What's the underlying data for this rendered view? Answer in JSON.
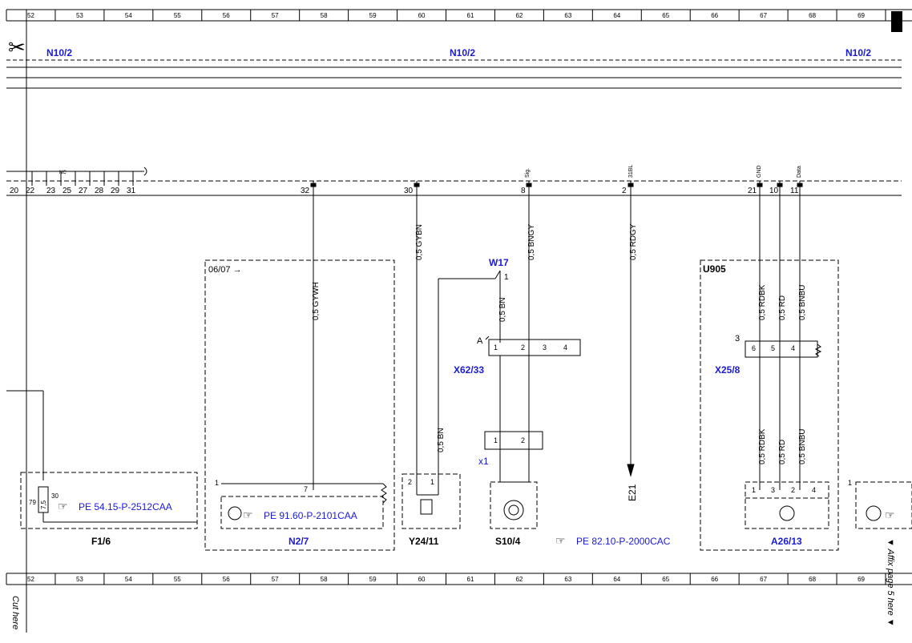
{
  "ruler": {
    "numbers": [
      "52",
      "53",
      "54",
      "55",
      "56",
      "57",
      "58",
      "59",
      "60",
      "61",
      "62",
      "63",
      "64",
      "65",
      "66",
      "67",
      "68",
      "69"
    ]
  },
  "refs": {
    "n10_2": "N10/2",
    "nc": "NC",
    "w17": "W17",
    "w17_pin": "1",
    "date_note": "06/07 →",
    "u905": "U905",
    "e21": "E21"
  },
  "bus_pins": [
    "20",
    "22",
    "23",
    "25",
    "27",
    "28",
    "29",
    "31"
  ],
  "bus_pins_right": [
    "32",
    "30",
    "8",
    "2",
    "21",
    "10",
    "11"
  ],
  "signal_labels": [
    "Sig.",
    "31BL",
    "GND",
    "Data"
  ],
  "wires": {
    "gywh": "0,5 GYWH",
    "gybn": "0,5 GYBN",
    "bngy": "0,5 BNGY",
    "rdgy": "0,5 RDGY",
    "rdbk": "0,5 RDBK",
    "rd": "0,5 RD",
    "bnbu": "0,5 BNBU",
    "bn": "0,5 BN"
  },
  "connectors": {
    "x62_33": "X62/33",
    "x62_letter": "A",
    "x62_pins": [
      "1",
      "2",
      "3",
      "4"
    ],
    "x1": "x1",
    "x1_pins": [
      "1",
      "2"
    ],
    "x25_8": "X25/8",
    "x25_num": "3",
    "x25_pins": [
      "6",
      "5",
      "4"
    ]
  },
  "components": {
    "f1_6": "F1/6",
    "f1_pin": "30",
    "f1_fuse": "79",
    "f1_rating": "7,5",
    "n2_7": "N2/7",
    "n2_pin1": "1",
    "n2_pin7": "7",
    "y24_11": "Y24/11",
    "y24_pins": [
      "2",
      "1"
    ],
    "s10_4": "S10/4",
    "a26_13": "A26/13",
    "a26_pins": [
      "1",
      "3",
      "2",
      "4"
    ],
    "right_pin": "1"
  },
  "pe_refs": {
    "pe1": "PE 54.15-P-2512CAA",
    "pe2": "PE 91.60-P-2101CAA",
    "pe3": "PE 82.10-P-2000CAC"
  },
  "margin": {
    "cut_here": "Cut here",
    "affix": "▼ Affix page 5 here ▼"
  },
  "colors": {
    "ref_blue": "#1a1ad6",
    "line": "#000000"
  }
}
